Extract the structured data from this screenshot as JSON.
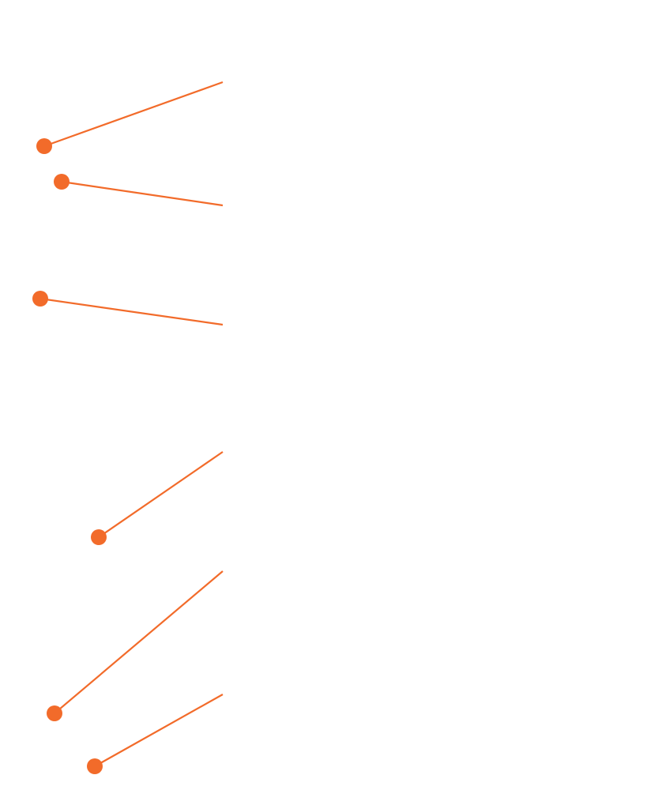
{
  "accent_color": "#f26b2a",
  "background_color": "#ffffff",
  "callouts": [
    {
      "id": "callout-1",
      "label": ""
    },
    {
      "id": "callout-2",
      "label": ""
    },
    {
      "id": "callout-3",
      "label": ""
    },
    {
      "id": "callout-4",
      "label": ""
    },
    {
      "id": "callout-5",
      "label": ""
    },
    {
      "id": "callout-6",
      "label": ""
    }
  ]
}
